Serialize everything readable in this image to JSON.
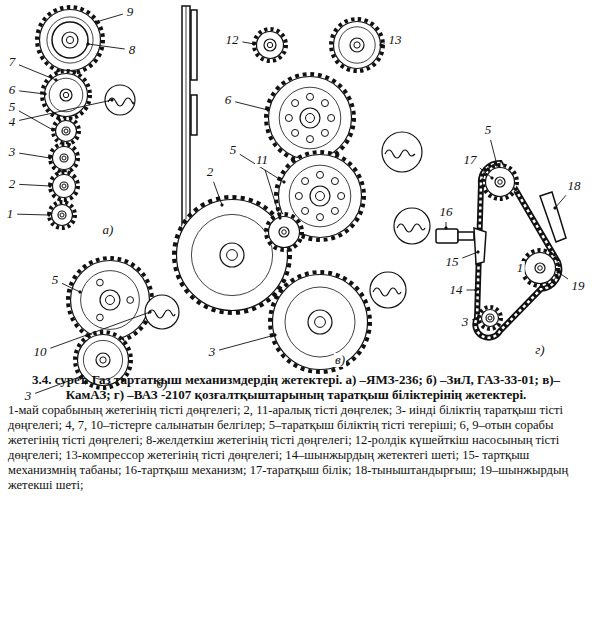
{
  "diagram": {
    "title": "3.4. сурет. Газ тартатқыш механизмдердің жетектері. а) –ЯМЗ-236; б) –ЗиЛ, ГАЗ-33-01; в)–КамАЗ; г) –ВАЗ -2107 қозғалтқыштарының таратқыш біліктерінің жетектері.",
    "caption": "1-май сорабының жетегінің тісті дөңгелегі; 2, 11-аралық тісті дөңгелек; 3- иінді біліктің таратқыш тісті дөңгелегі; 4, 7, 10–тістерге салынатын белгілер; 5–таратқыш біліктің тісті тегеріші; 6, 9–отын сорабы жетегінің тісті дөңгелегі; 8-желдеткіш жетегінің тісті дөңгелегі; 12-ролдік күшейткіш насосының тісті дөңгелегі; 13-компрессор жетегінің тісті дөңгелегі; 14–шынжырдың жетектегі шеті; 15- тартқыш механизмнің табаны; 16-тартқыш механизм; 17-таратқыш білік; 18-тыныштандырғыш; 19–шынжырдың жетекші шеті;",
    "labels": [
      "9",
      "8",
      "7",
      "6",
      "5",
      "4",
      "3",
      "2",
      "1",
      "а)",
      "5",
      "10",
      "3",
      "б)",
      "12",
      "13",
      "6",
      "5",
      "2",
      "11",
      "3",
      "в)",
      "5",
      "17",
      "18",
      "16",
      "15",
      "14",
      "1",
      "19",
      "3",
      "г)"
    ]
  }
}
